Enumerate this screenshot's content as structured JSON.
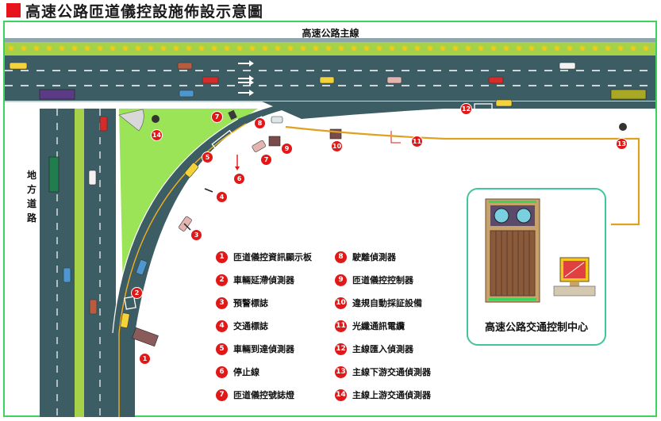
{
  "title": "高速公路匝道儀控設施佈設示意圖",
  "mainline_label": "高速公路主線",
  "local_road_label": "地方道路",
  "control_center_label": "高速公路交通控制中心",
  "legend": [
    {
      "num": "1",
      "text": "匝道儀控資訊顯示板"
    },
    {
      "num": "2",
      "text": "車輛延滯偵測器"
    },
    {
      "num": "3",
      "text": "預警標誌"
    },
    {
      "num": "4",
      "text": "交通標誌"
    },
    {
      "num": "5",
      "text": "車輛到達偵測器"
    },
    {
      "num": "6",
      "text": "停止線"
    },
    {
      "num": "7",
      "text": "匝道儀控號誌燈"
    },
    {
      "num": "8",
      "text": "駛離偵測器"
    },
    {
      "num": "9",
      "text": "匝道儀控控制器"
    },
    {
      "num": "10",
      "text": "違規自動採証設備"
    },
    {
      "num": "11",
      "text": "光纖通訊電纜"
    },
    {
      "num": "12",
      "text": "主線匯入偵測器"
    },
    {
      "num": "13",
      "text": "主線下游交通偵測器"
    },
    {
      "num": "14",
      "text": "主線上游交通偵測器"
    }
  ],
  "callouts": [
    "1",
    "2",
    "3",
    "4",
    "5",
    "6",
    "7",
    "7",
    "8",
    "9",
    "10",
    "11",
    "12",
    "13",
    "14"
  ],
  "colors": {
    "road": "#3d5d64",
    "median": "#a8d14a",
    "grass": "#9be357",
    "frame": "#3cd35c",
    "callout": "#e01818",
    "cable": "#e0a020"
  }
}
